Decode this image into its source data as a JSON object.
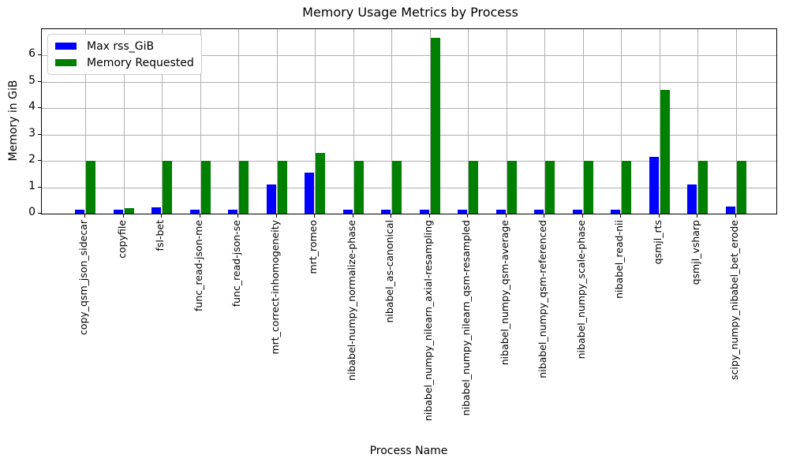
{
  "chart_data": {
    "type": "bar",
    "title": "Memory Usage Metrics by Process",
    "xlabel": "Process Name",
    "ylabel": "Memory in GiB",
    "ylim": [
      0,
      7
    ],
    "yticks": [
      0,
      1,
      2,
      3,
      4,
      5,
      6
    ],
    "grid": true,
    "legend_position": "upper left",
    "categories": [
      "copy_qsm_json_sidecar",
      "copyfile",
      "fsl-bet",
      "func_read-json-me",
      "func_read-json-se",
      "mrt_correct-inhomogeneity",
      "mrt_romeo",
      "nibabel-numpy_normalize-phase",
      "nibabel_as-canonical",
      "nibabel_numpy_nilearn_axial-resampling",
      "nibabel_numpy_nilearn_qsm-resampled",
      "nibabel_numpy_qsm-average",
      "nibabel_numpy_qsm-referenced",
      "nibabel_numpy_scale-phase",
      "nibabel_read-nii",
      "qsmjl_rts",
      "qsmjl_vsharp",
      "scipy_numpy_nibabel_bet_erode"
    ],
    "series": [
      {
        "name": "Max rss_GiB",
        "color": "#0000ff",
        "values": [
          0.15,
          0.15,
          0.25,
          0.15,
          0.15,
          1.1,
          1.55,
          0.15,
          0.15,
          0.15,
          0.15,
          0.15,
          0.15,
          0.15,
          0.15,
          2.15,
          1.1,
          0.27
        ]
      },
      {
        "name": "Memory Requested",
        "color": "#008000",
        "values": [
          2.0,
          0.2,
          2.0,
          2.0,
          2.0,
          2.0,
          2.3,
          2.0,
          2.0,
          6.65,
          2.0,
          2.0,
          2.0,
          2.0,
          2.0,
          4.7,
          2.0,
          2.0
        ]
      }
    ]
  }
}
